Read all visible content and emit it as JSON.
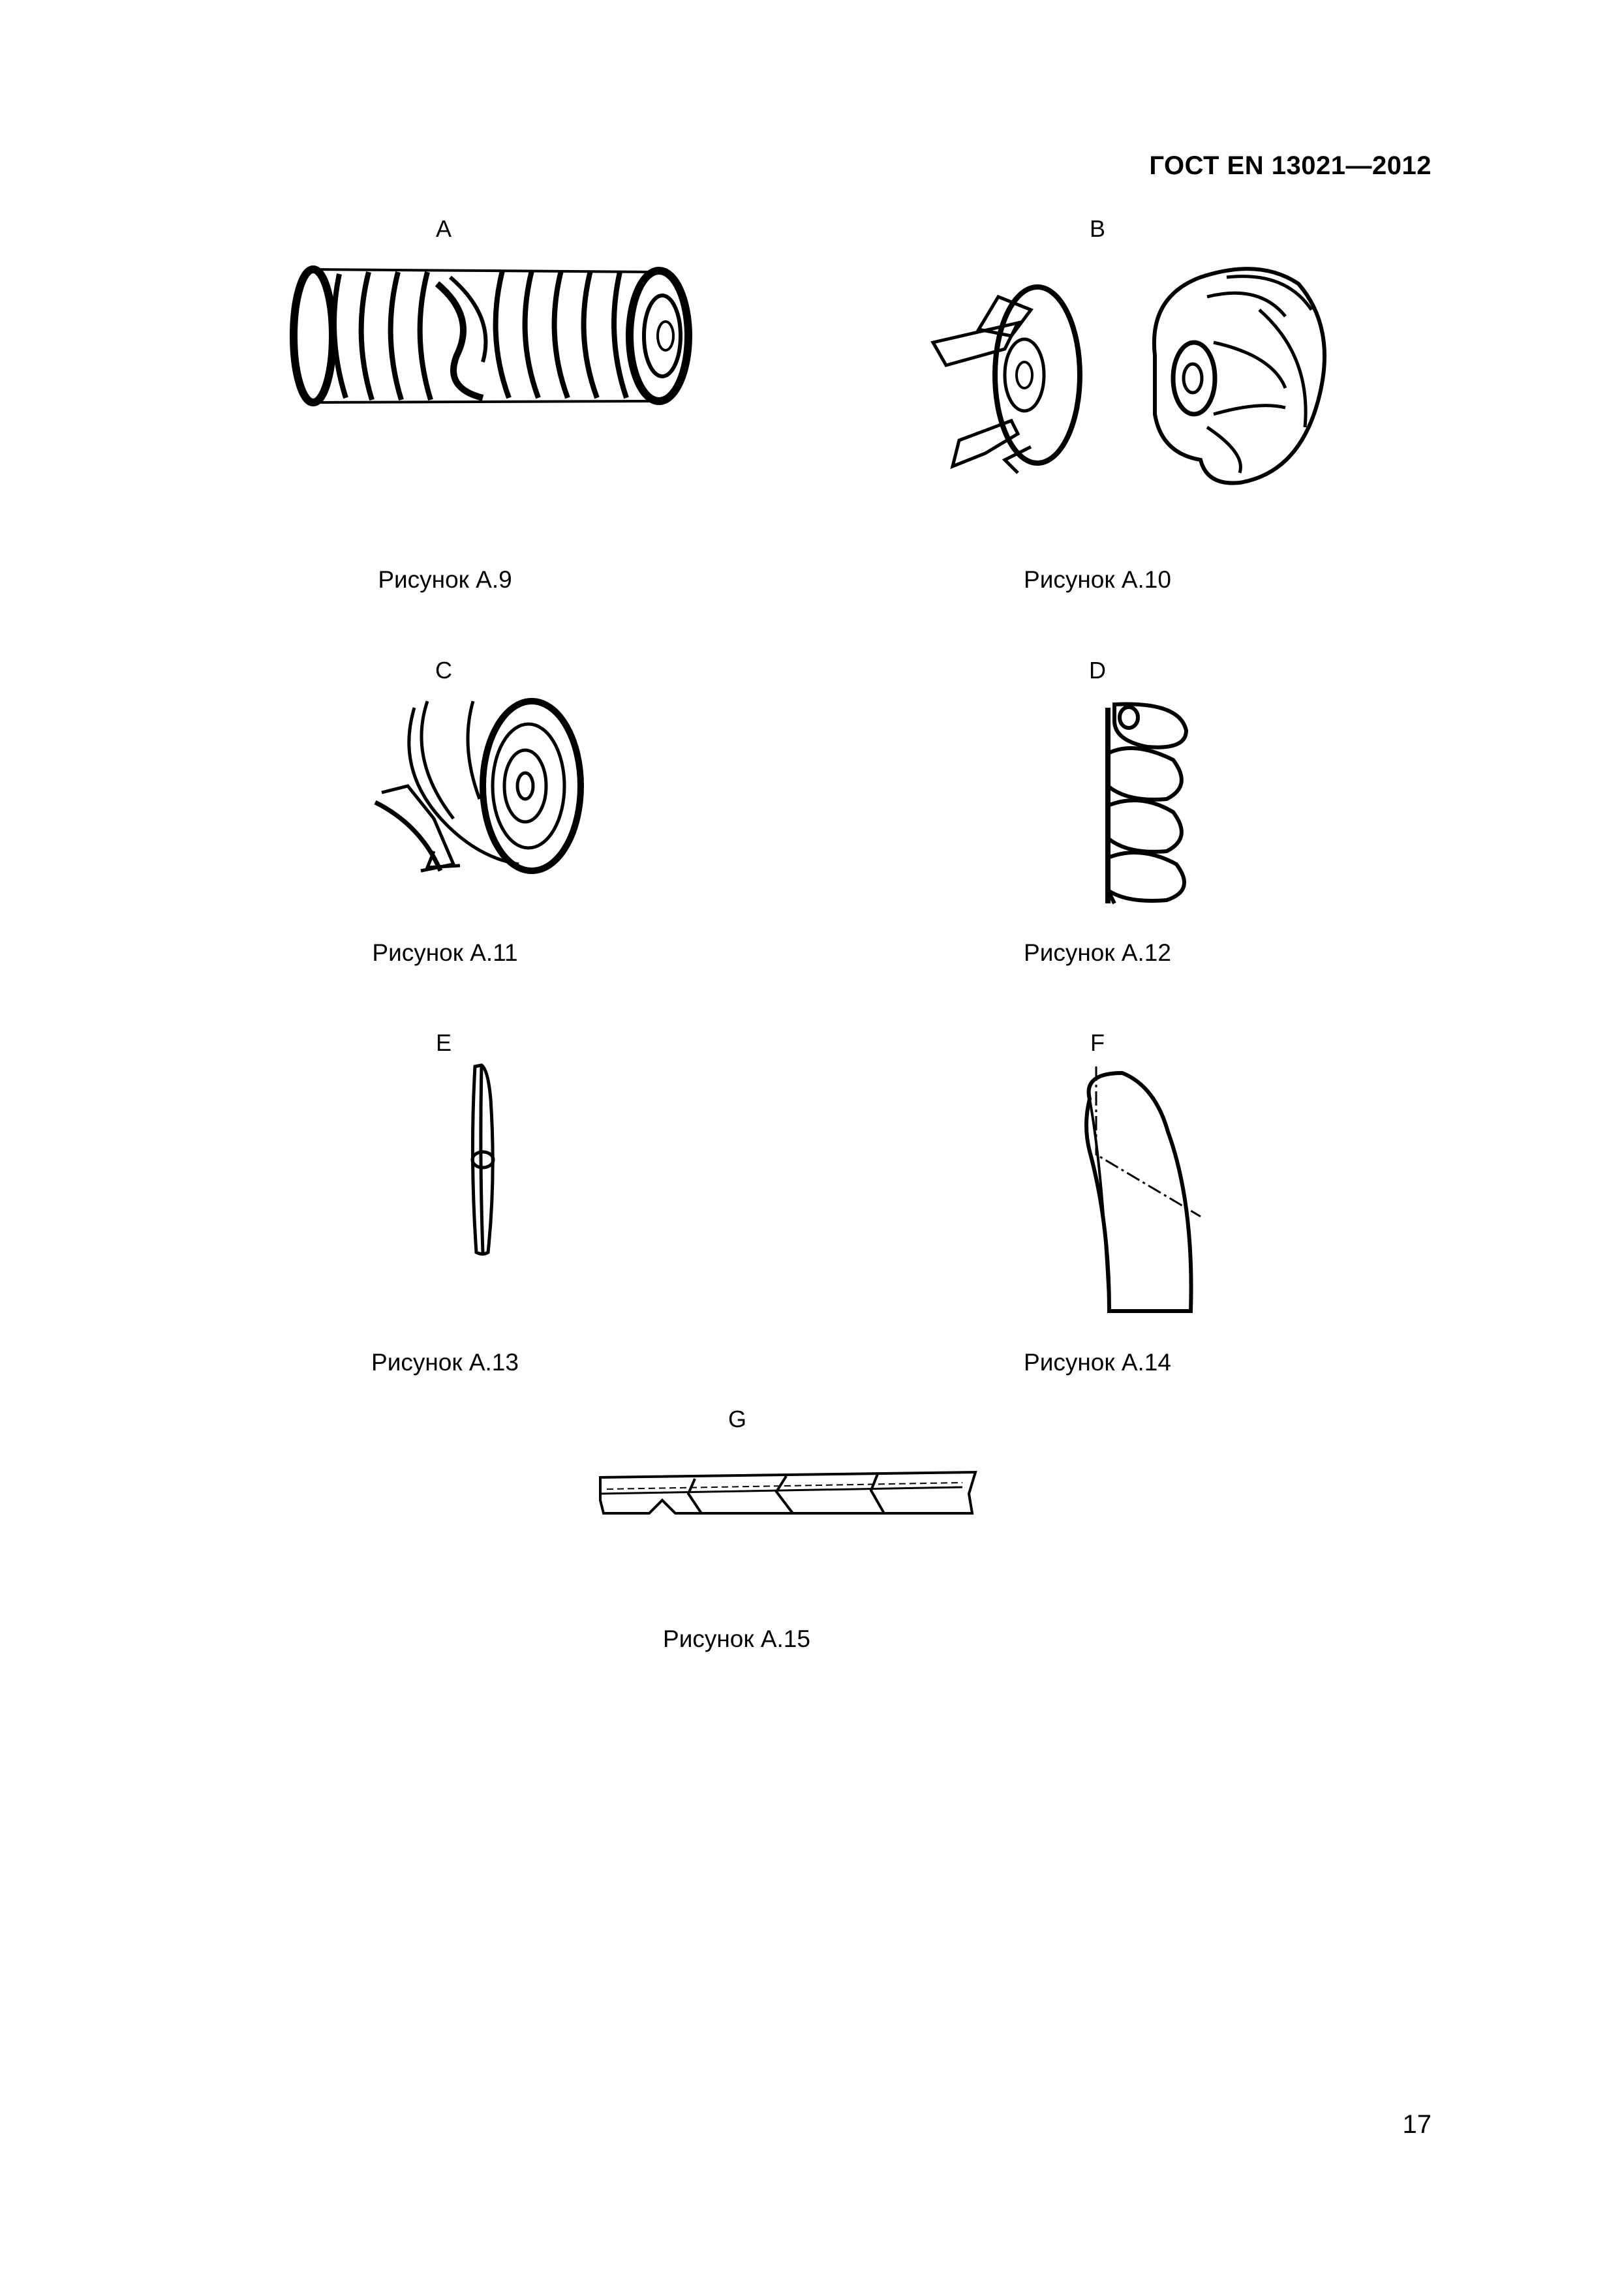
{
  "header": {
    "document_code": "ГОСТ EN 13021—2012"
  },
  "figures": [
    {
      "letter": "A",
      "caption": "Рисунок А.9",
      "icon": "screw-coil-roller-drawing-icon"
    },
    {
      "letter": "B",
      "caption": "Рисунок А.10",
      "icon": "blade-disc-and-cutter-head-drawing-icon"
    },
    {
      "letter": "C",
      "caption": "Рисунок А.11",
      "icon": "disc-with-curved-tines-drawing-icon"
    },
    {
      "letter": "D",
      "caption": "Рисунок А.12",
      "icon": "auger-spiral-drawing-icon"
    },
    {
      "letter": "E",
      "caption": "Рисунок А.13",
      "icon": "flat-knife-blade-drawing-icon"
    },
    {
      "letter": "F",
      "caption": "Рисунок А.14",
      "icon": "curved-shoe-blade-drawing-icon"
    },
    {
      "letter": "G",
      "caption": "Рисунок А.15",
      "icon": "serrated-edge-strip-drawing-icon"
    }
  ],
  "footer": {
    "page_number": "17"
  }
}
